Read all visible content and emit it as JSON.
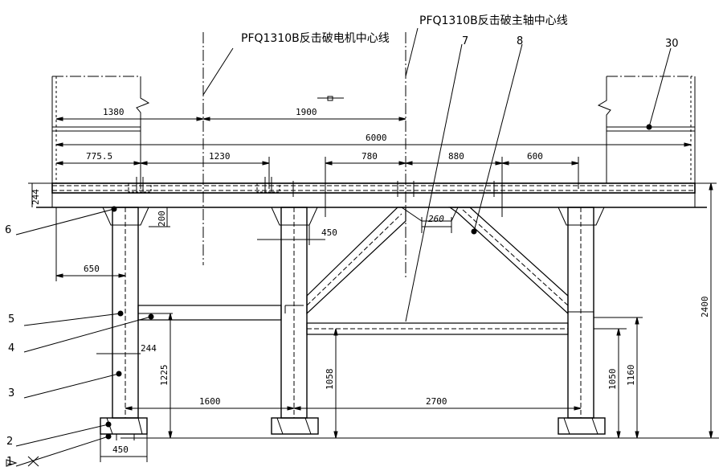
{
  "titles": {
    "motor_centerline": "PFQ1310B反击破电机中心线",
    "shaft_centerline": "PFQ1310B反击破主轴中心线"
  },
  "dimensions": {
    "d1380": "1380",
    "d1900": "1900",
    "d6000": "6000",
    "d775": "775.5",
    "d1230": "1230",
    "d780": "780",
    "d880": "880",
    "d600": "600",
    "d244_top": "244",
    "d200": "200",
    "d260": "260",
    "d450_mid": "450",
    "d650": "650",
    "d244_left": "244",
    "d1225": "1225",
    "d1600": "1600",
    "d2700": "2700",
    "d1058": "1058",
    "d1050": "1050",
    "d1160": "1160",
    "d2400": "2400",
    "d450_bottom": "450"
  },
  "callouts": {
    "c1": "1",
    "c2": "2",
    "c3": "3",
    "c4": "4",
    "c5": "5",
    "c6": "6",
    "c7": "7",
    "c8": "8",
    "c30": "30"
  }
}
